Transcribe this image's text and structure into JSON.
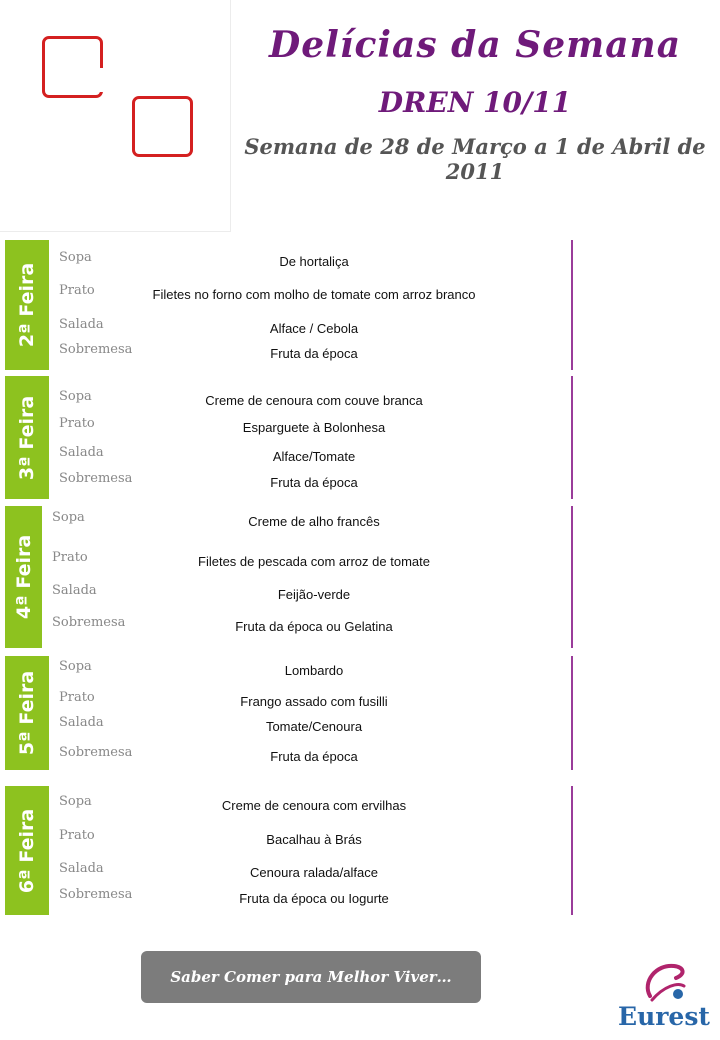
{
  "header": {
    "title": "Delícias da Semana",
    "subtitle": "DREN 10/11",
    "week": "Semana de 28 de Março a 1 de Abril de 2011"
  },
  "days": [
    {
      "label": "2ª Feira",
      "sopa_cat": "Sopa",
      "prato_cat": "Prato",
      "salada_cat": "Salada",
      "sobremesa_cat": "Sobremesa",
      "sopa": "De hortaliça",
      "prato": "Filetes no forno com molho de tomate com arroz branco",
      "salada": "Alface / Cebola",
      "sobremesa": "Fruta da época"
    },
    {
      "label": "3ª Feira",
      "sopa_cat": "Sopa",
      "prato_cat": "Prato",
      "salada_cat": "Salada",
      "sobremesa_cat": "Sobremesa",
      "sopa": "Creme de cenoura com couve branca",
      "prato": "Esparguete à Bolonhesa",
      "salada": "Alface/Tomate",
      "sobremesa": "Fruta da época"
    },
    {
      "label": "4ª Feira",
      "sopa_cat": "Sopa",
      "prato_cat": "Prato",
      "salada_cat": "Salada",
      "sobremesa_cat": "Sobremesa",
      "sopa": "Creme de alho francês",
      "prato": "Filetes de pescada com arroz de tomate",
      "salada": "Feijão-verde",
      "sobremesa": "Fruta da época ou Gelatina"
    },
    {
      "label": "5ª Feira",
      "sopa_cat": "Sopa",
      "prato_cat": "Prato",
      "salada_cat": "Salada",
      "sobremesa_cat": "Sobremesa",
      "sopa": "Lombardo",
      "prato": "Frango assado com fusilli",
      "salada": "Tomate/Cenoura",
      "sobremesa": "Fruta da época"
    },
    {
      "label": "6ª Feira",
      "sopa_cat": "Sopa",
      "prato_cat": "Prato",
      "salada_cat": "Salada",
      "sobremesa_cat": "Sobremesa",
      "sopa": "Creme de cenoura com ervilhas",
      "prato": "Bacalhau à Brás",
      "salada": "Cenoura ralada/alface",
      "sobremesa": "Fruta da época ou Iogurte"
    }
  ],
  "footer": {
    "slogan": "Saber Comer para Melhor Viver…",
    "brand": "Eurest"
  },
  "colors": {
    "accent_purple": "#6f1a7a",
    "day_green": "#8dc21f",
    "square_red": "#d42020",
    "brand_blue": "#2866a8"
  }
}
